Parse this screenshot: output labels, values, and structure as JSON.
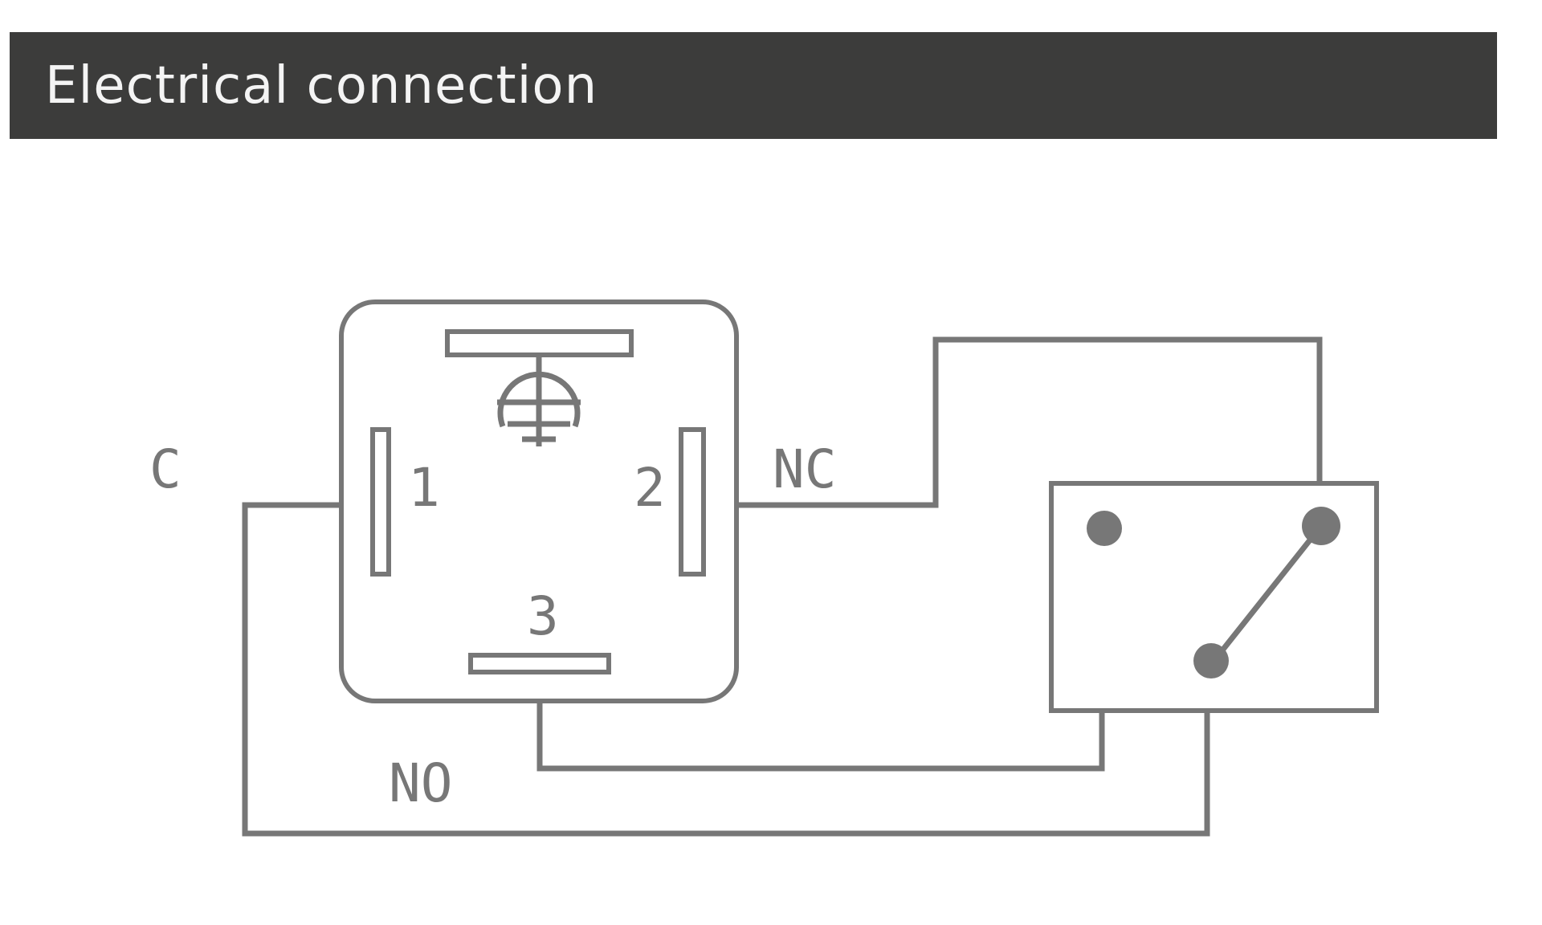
{
  "header": {
    "title": "Electrical connection"
  },
  "diagram": {
    "labels": {
      "common": "C",
      "normally_closed": "NC",
      "normally_open": "NO"
    },
    "pins": {
      "pin1": "1",
      "pin2": "2",
      "pin3": "3"
    },
    "colors": {
      "header_background": "#3c3c3b",
      "header_text": "#f4f4f4",
      "line": "#777777"
    },
    "icons": [
      "ground-symbol-icon",
      "switch-contact-icon"
    ]
  }
}
